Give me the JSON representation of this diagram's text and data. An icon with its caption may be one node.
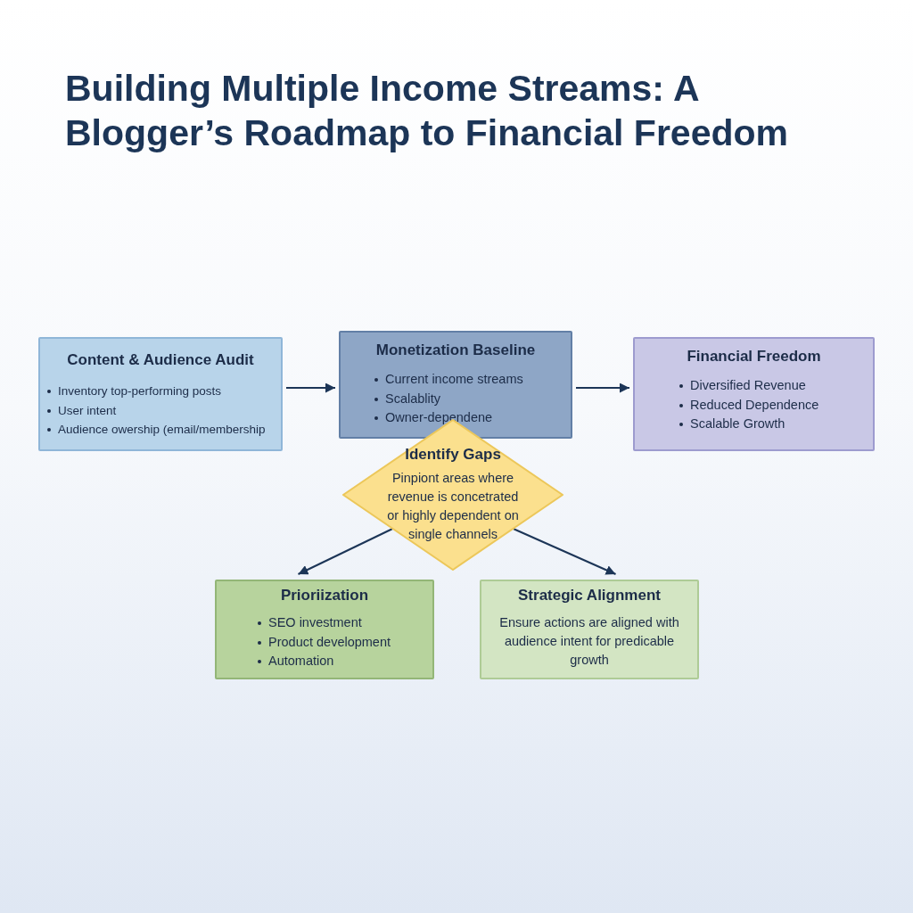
{
  "diagram": {
    "title": "Building Multiple Income Streams: A Blogger’s Roadmap to Financial Freedom",
    "nodes": [
      {
        "text": [
          "Content & Audience Audit",
          "Inventory top-performing posts",
          "User intent",
          "Audience owership (email/membership"
        ]
      },
      {
        "text": [
          "Monetization Baseline",
          "Current income streams",
          "Scalablity",
          "Owner-dependene"
        ]
      },
      {
        "text": [
          "Financial Freedom",
          "Diversified Revenue",
          "Reduced Dependence",
          "Scalable Growth"
        ]
      },
      {
        "text": [
          "Identify Gaps",
          "Pinpiont areas where revenue is concetrated or highly dependent on single channels"
        ]
      },
      {
        "text": [
          "Prioriization",
          "SEO investment",
          "Product development",
          "Automation"
        ]
      },
      {
        "text": [
          "Strategic Alignment",
          "Ensure actions are aligned with audience intent for predicable growth"
        ]
      }
    ],
    "edges": [
      {
        "from": 0,
        "to": 1,
        "arrow": "to"
      },
      {
        "from": 1,
        "to": 2,
        "arrow": "to"
      },
      {
        "from": 3,
        "to": 4,
        "arrow": "to"
      },
      {
        "from": 3,
        "to": 5,
        "arrow": "to"
      }
    ]
  }
}
